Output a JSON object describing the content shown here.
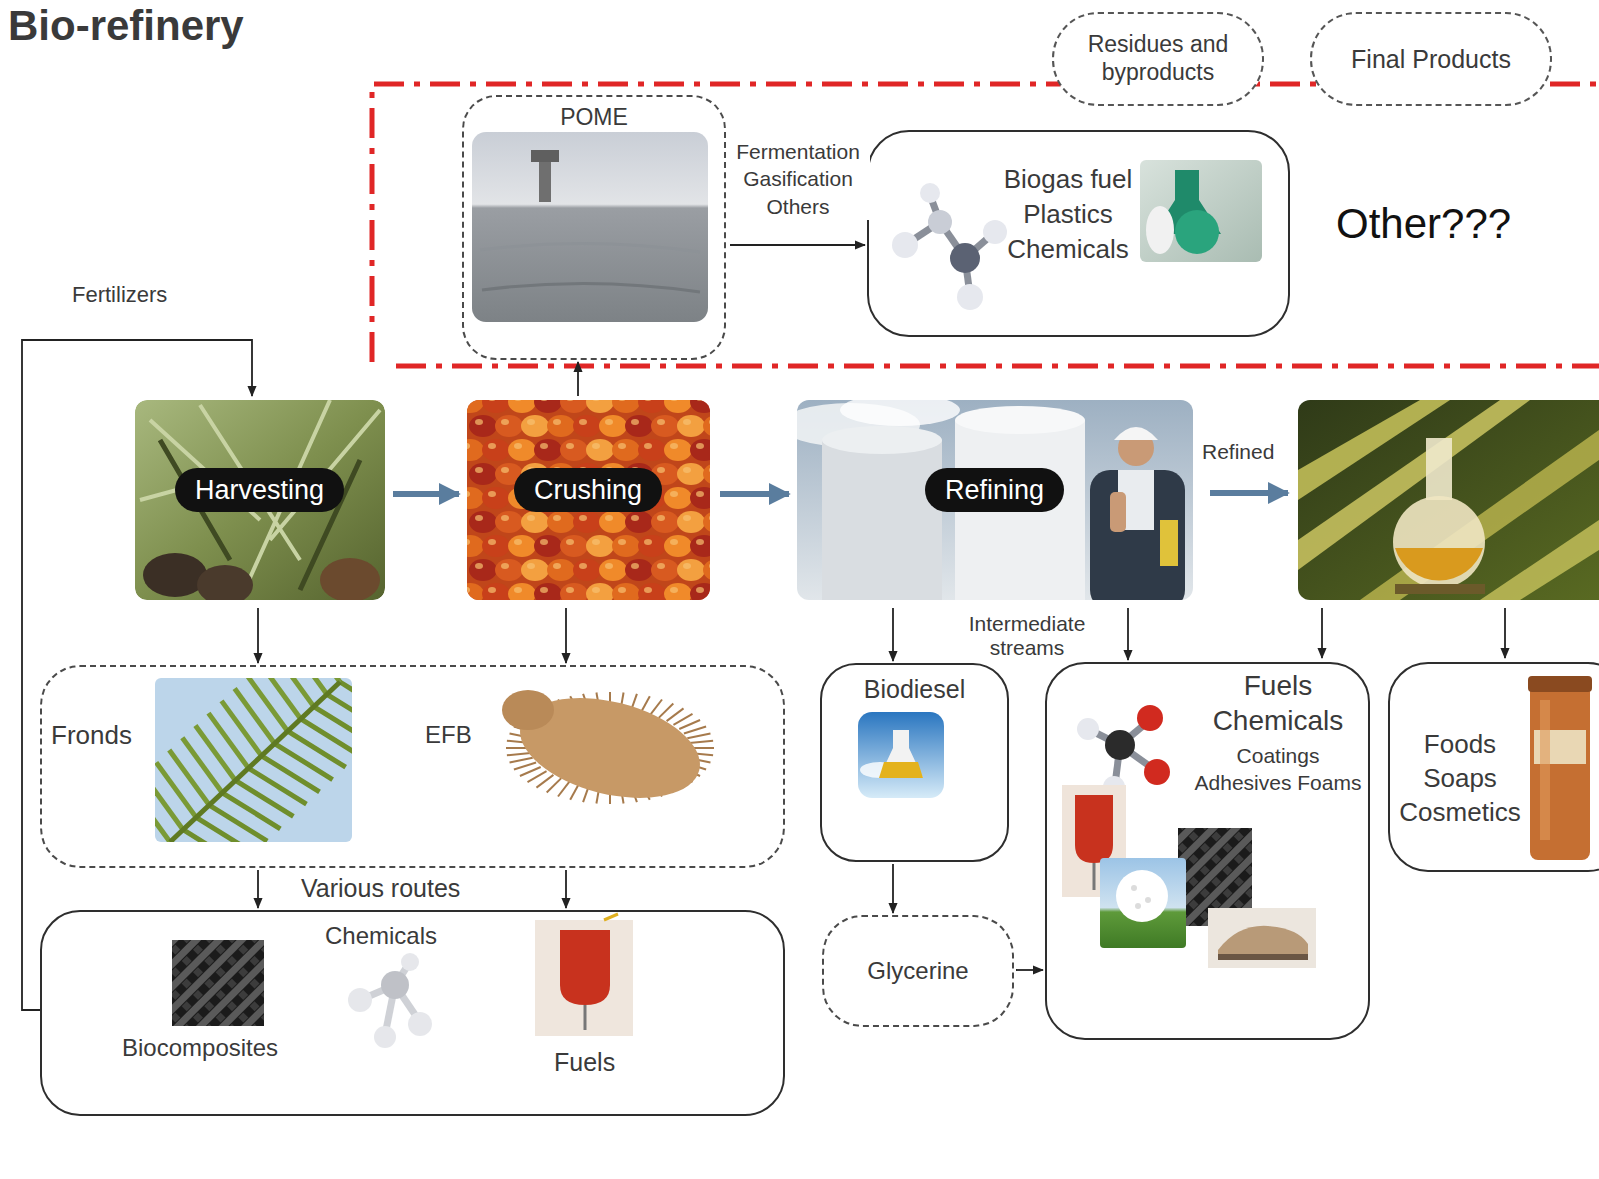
{
  "diagram": {
    "title": "Bio-refinery",
    "nodes": [
      {
        "text": [
          "POME"
        ]
      },
      {
        "text": [
          "Biogas fuel Plastics Chemicals"
        ]
      },
      {
        "text": [
          "Harvesting"
        ]
      },
      {
        "text": [
          "Crushing"
        ]
      },
      {
        "text": [
          "Refining"
        ]
      },
      {
        "text": [
          "Fronds",
          "EFB"
        ]
      },
      {
        "text": [
          "Biocomposites",
          "Chemicals",
          "Fuels"
        ]
      },
      {
        "text": [
          "Biodiesel"
        ]
      },
      {
        "text": [
          "Glycerine"
        ]
      },
      {
        "text": [
          "Fuels Chemicals",
          "Coatings Adhesives Foams"
        ]
      },
      {
        "text": [
          "Foods Soaps Cosmetics"
        ]
      }
    ],
    "edges": [
      {
        "from": 0,
        "to": 1,
        "label": "Fermentation Gasification Others",
        "arrow": "to"
      },
      {
        "from": 3,
        "to": 0,
        "arrow": "to"
      },
      {
        "from": 2,
        "to": 3,
        "arrow": "to"
      },
      {
        "from": 3,
        "to": 4,
        "arrow": "to"
      },
      {
        "from": 2,
        "to": 5,
        "arrow": "to"
      },
      {
        "from": 3,
        "to": 5,
        "arrow": "to"
      },
      {
        "from": 5,
        "to": 6,
        "arrow": "to"
      },
      {
        "from": 5,
        "to": 6,
        "arrow": "to"
      },
      {
        "from": 6,
        "to": 2,
        "arrow": "to"
      },
      {
        "from": 4,
        "to": 7,
        "arrow": "to"
      },
      {
        "from": 4,
        "to": 9,
        "arrow": "to"
      },
      {
        "from": 7,
        "to": 8,
        "arrow": "to"
      },
      {
        "from": 8,
        "to": 9,
        "arrow": "to"
      }
    ],
    "labels": [
      "Other???",
      "Fertilizers",
      "Various routes",
      "Intermediate streams",
      "Refined"
    ],
    "legend": [
      {
        "text": "Residues and byproducts"
      },
      {
        "text": "Final Products"
      }
    ]
  }
}
